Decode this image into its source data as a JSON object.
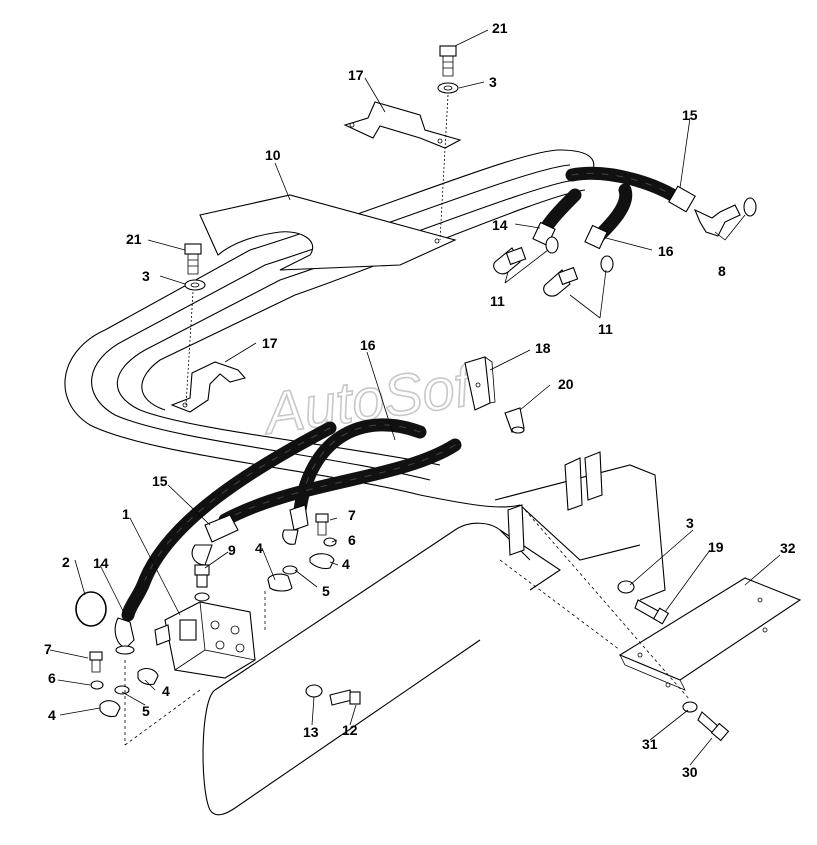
{
  "watermark": "AutoSoft",
  "colors": {
    "line": "#000000",
    "hose": "#111111",
    "watermark": "#c8c8c8",
    "background": "#ffffff"
  },
  "callouts": {
    "c21a": "21",
    "c3a": "3",
    "c17a": "17",
    "c15a": "15",
    "c10": "10",
    "c14a": "14",
    "c16a": "16",
    "c8": "8",
    "c21b": "21",
    "c3b": "3",
    "c11a": "11",
    "c11b": "11",
    "c17b": "17",
    "c16b": "16",
    "c18": "18",
    "c20": "20",
    "c15b": "15",
    "c1": "1",
    "c7a": "7",
    "c6a": "6",
    "c4a": "4",
    "c4b": "4",
    "c5a": "5",
    "c9": "9",
    "c2": "2",
    "c14b": "14",
    "c3c": "3",
    "c19": "19",
    "c32": "32",
    "c7b": "7",
    "c6b": "6",
    "c4c": "4",
    "c4d": "4",
    "c5b": "5",
    "c13": "13",
    "c12": "12",
    "c31": "31",
    "c30": "30"
  }
}
